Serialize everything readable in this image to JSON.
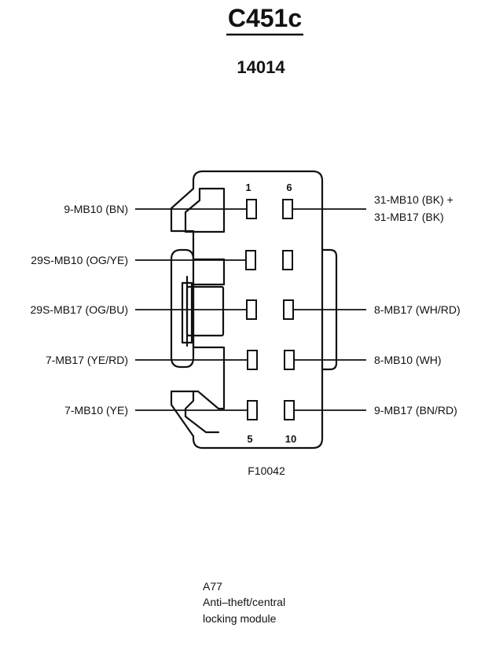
{
  "title": "C451c",
  "subtitle": "14014",
  "figure_code": "F10042",
  "pin_numbers": {
    "top_left": "1",
    "top_right": "6",
    "bottom_left": "5",
    "bottom_right": "10"
  },
  "wires_left": [
    "9-MB10 (BN)",
    "29S-MB10 (OG/YE)",
    "29S-MB17 (OG/BU)",
    "7-MB17 (YE/RD)",
    "7-MB10 (YE)"
  ],
  "wires_right": [
    {
      "line1": "31-MB10 (BK) +",
      "line2": "31-MB17 (BK)"
    },
    {
      "line1": "",
      "line2": ""
    },
    {
      "line1": "8-MB17 (WH/RD)",
      "line2": ""
    },
    {
      "line1": "8-MB10 (WH)",
      "line2": ""
    },
    {
      "line1": "9-MB17 (BN/RD)",
      "line2": ""
    }
  ],
  "component": {
    "code": "A77",
    "name_line1": "Anti–theft/central",
    "name_line2": "locking module"
  }
}
